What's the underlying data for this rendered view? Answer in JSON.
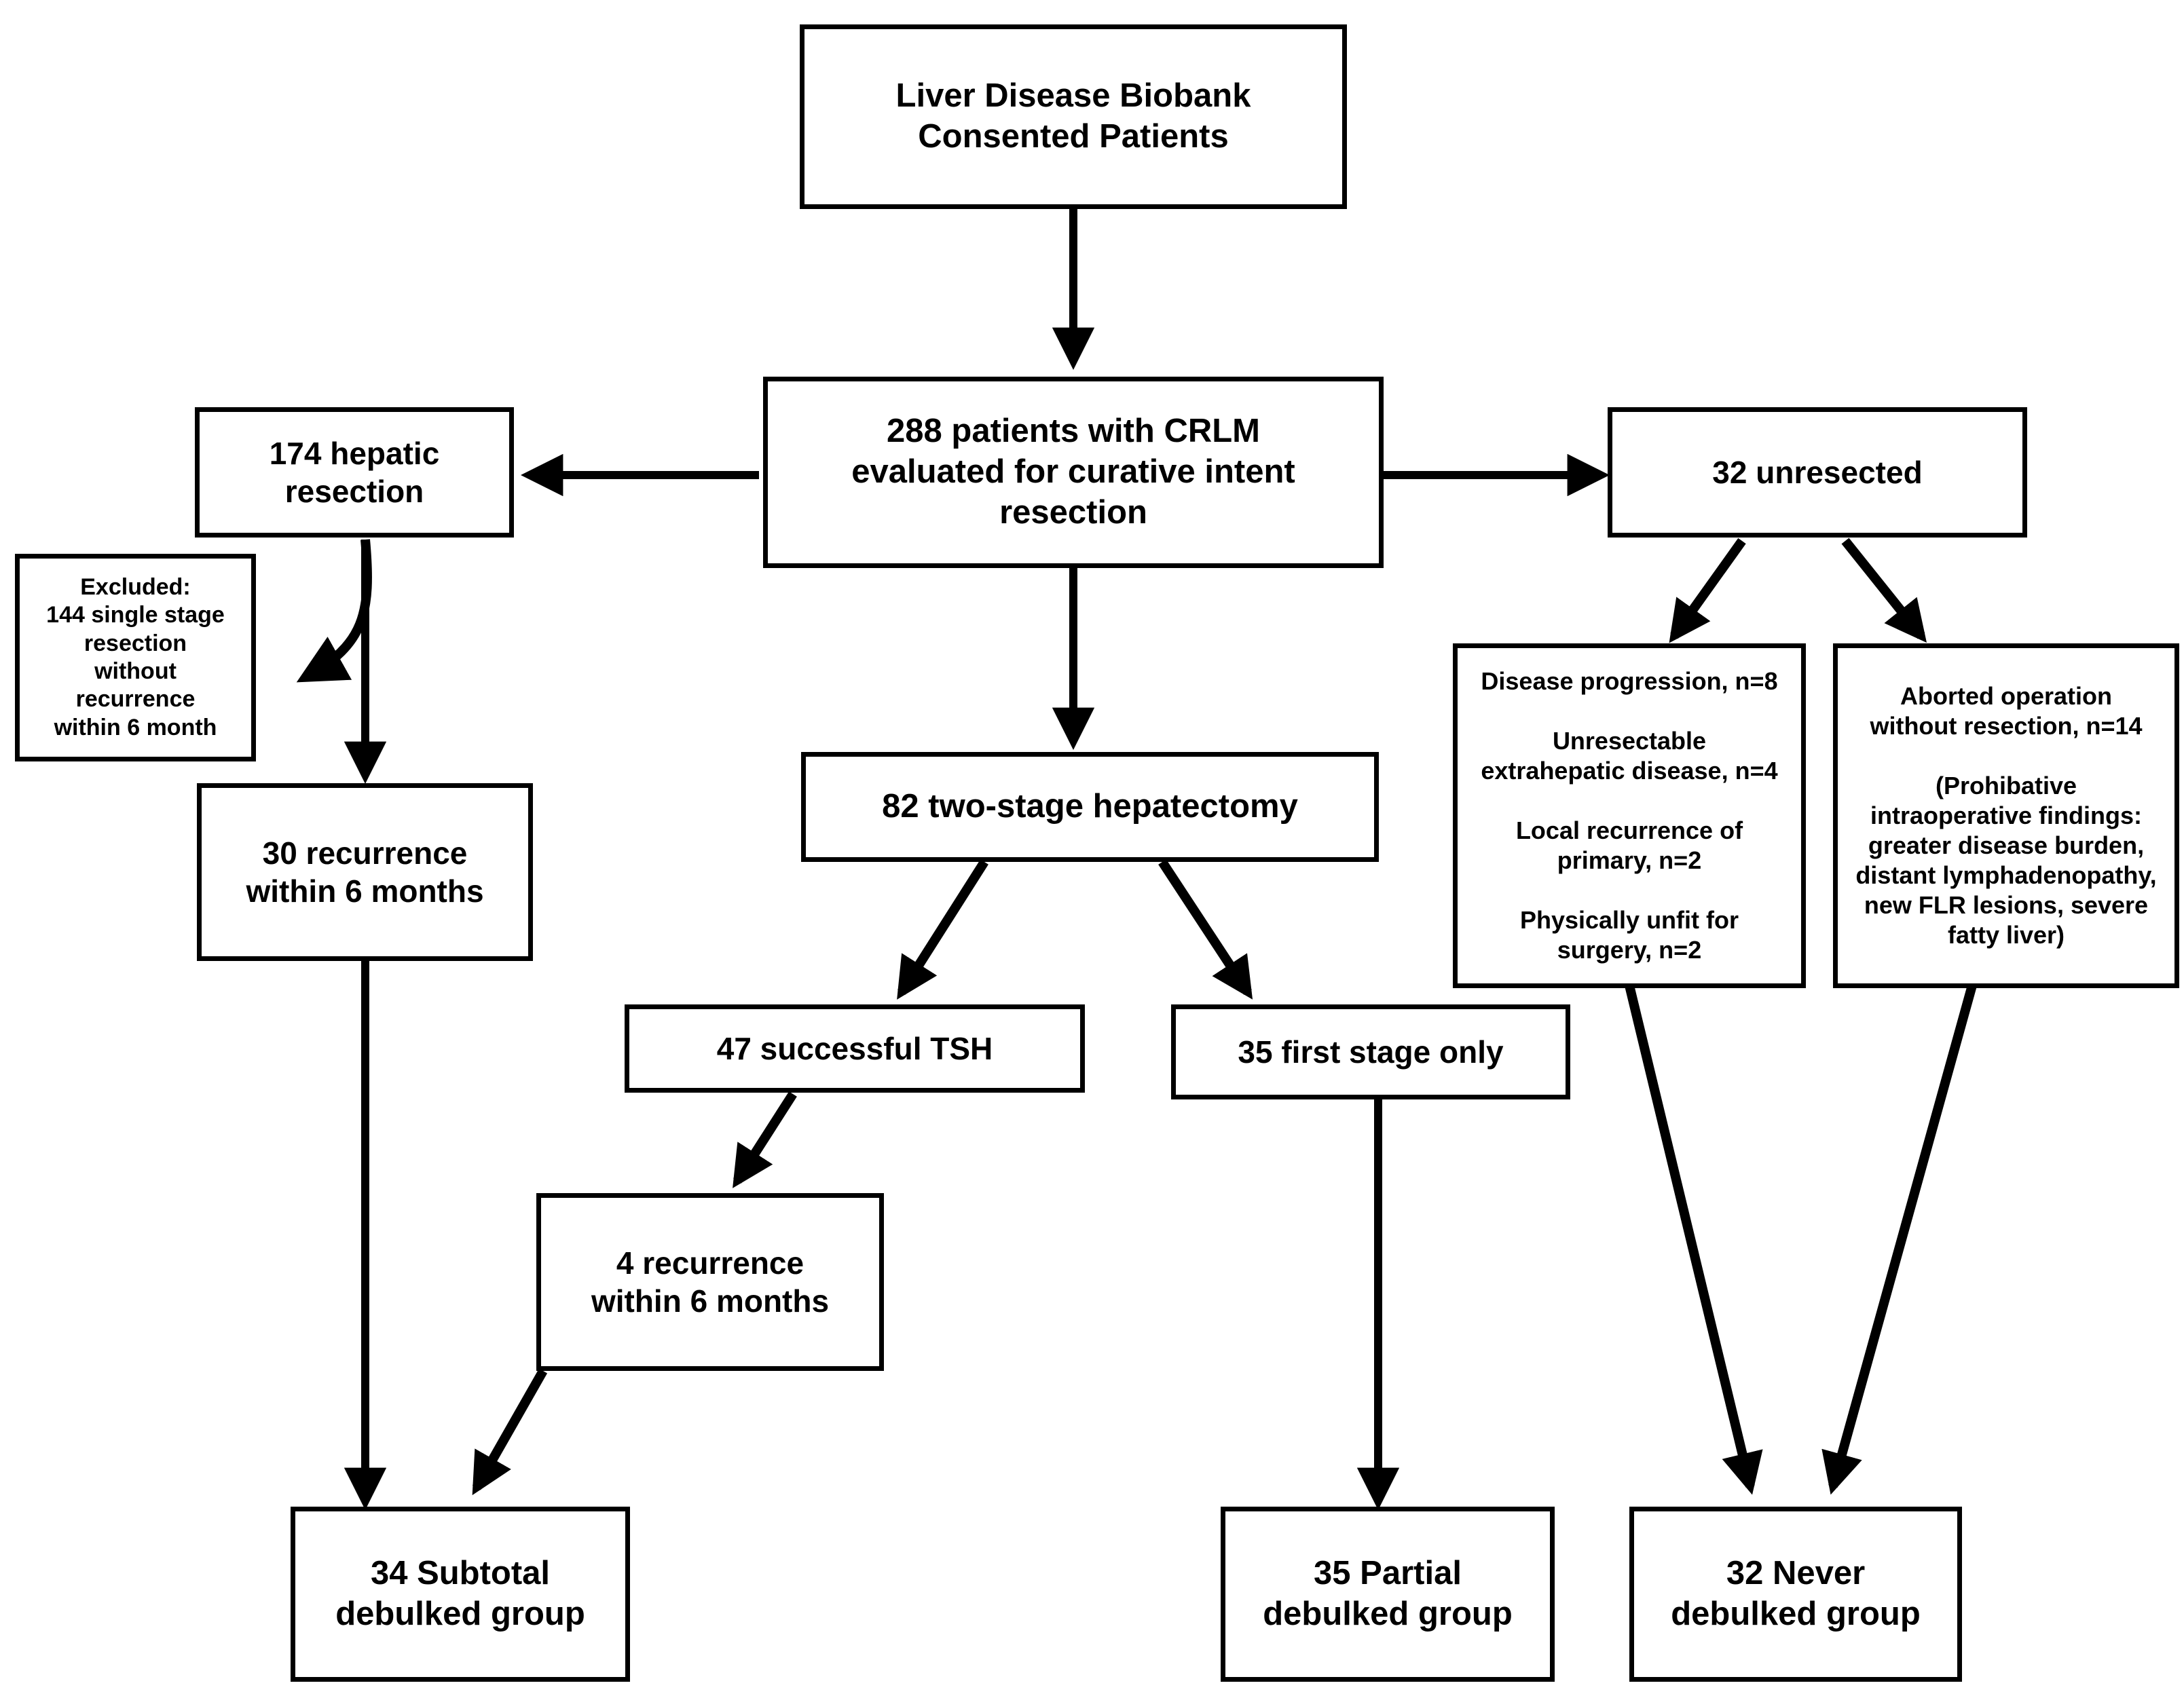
{
  "diagram": {
    "title": "CRLM patient flow diagram",
    "line_color": "#000000",
    "box_fill": "#ffffff",
    "nodes": [
      {
        "id": "biobank",
        "label": "Liver Disease Biobank\nConsented Patients"
      },
      {
        "id": "evaluated",
        "label": "288 patients with CRLM\nevaluated for curative intent\nresection"
      },
      {
        "id": "hepatic",
        "label": "174 hepatic\nresection"
      },
      {
        "id": "unresected",
        "label": "32 unresected"
      },
      {
        "id": "excluded",
        "label": "Excluded:\n144 single stage\nresection\nwithout\nrecurrence\nwithin 6 month"
      },
      {
        "id": "recur30",
        "label": "30 recurrence\nwithin 6 months"
      },
      {
        "id": "twostage",
        "label": "82 two-stage hepatectomy"
      },
      {
        "id": "reasons",
        "label": "Disease progression, n=8\n\nUnresectable\nextrahepatic disease, n=4\n\nLocal recurrence of\nprimary, n=2\n\nPhysically unfit for\nsurgery, n=2"
      },
      {
        "id": "aborted",
        "label": "Aborted operation\nwithout resection, n=14\n\n(Prohibative\nintraoperative findings:\ngreater disease burden,\ndistant lymphadenopathy,\nnew FLR lesions, severe\nfatty liver)"
      },
      {
        "id": "tsh47",
        "label": "47 successful TSH"
      },
      {
        "id": "firststage",
        "label": "35 first stage only"
      },
      {
        "id": "recur4",
        "label": "4 recurrence\nwithin 6 months"
      },
      {
        "id": "subtotal",
        "label": "34 Subtotal\ndebulked group"
      },
      {
        "id": "partial",
        "label": "35 Partial\ndebulked group"
      },
      {
        "id": "never",
        "label": "32 Never\ndebulked group"
      }
    ],
    "edges": [
      {
        "from": "biobank",
        "to": "evaluated",
        "style": "straight-arrow"
      },
      {
        "from": "evaluated",
        "to": "hepatic",
        "style": "elbow-left-arrow"
      },
      {
        "from": "evaluated",
        "to": "unresected",
        "style": "elbow-right-arrow"
      },
      {
        "from": "evaluated",
        "to": "twostage",
        "style": "straight-arrow"
      },
      {
        "from": "hepatic",
        "to": "excluded",
        "style": "curved-arrow"
      },
      {
        "from": "hepatic",
        "to": "recur30",
        "style": "straight-arrow"
      },
      {
        "from": "recur30",
        "to": "subtotal",
        "style": "straight-arrow"
      },
      {
        "from": "twostage",
        "to": "tsh47",
        "style": "diagonal-arrow"
      },
      {
        "from": "twostage",
        "to": "firststage",
        "style": "diagonal-arrow"
      },
      {
        "from": "tsh47",
        "to": "recur4",
        "style": "diagonal-arrow"
      },
      {
        "from": "recur4",
        "to": "subtotal",
        "style": "diagonal-arrow"
      },
      {
        "from": "firststage",
        "to": "partial",
        "style": "straight-arrow"
      },
      {
        "from": "unresected",
        "to": "reasons",
        "style": "diagonal-arrow"
      },
      {
        "from": "unresected",
        "to": "aborted",
        "style": "diagonal-arrow"
      },
      {
        "from": "reasons",
        "to": "never",
        "style": "diagonal-arrow"
      },
      {
        "from": "aborted",
        "to": "never",
        "style": "diagonal-arrow"
      }
    ]
  }
}
